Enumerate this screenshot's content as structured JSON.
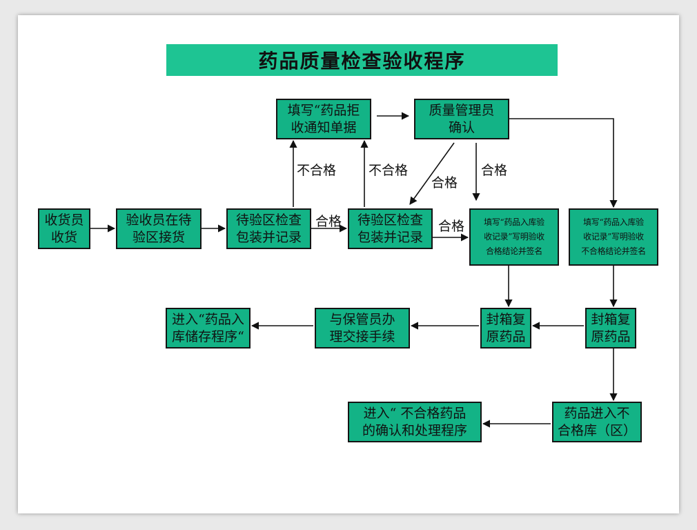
{
  "title": "药品质量检查验收程序",
  "nodes": {
    "receiver": "收货员\n收货",
    "inspector_receive": "验收员在待\n验区接货",
    "check_pack_1": "待验区检查\n包装并记录",
    "check_pack_2": "待验区检查\n包装并记录",
    "reject_notice": "填写“药品拒\n收通知单据",
    "qa_manager": "质量管理员\n确认",
    "record_pass": "填写“药品入库验\n收记录”写明验收\n合格结论并签名",
    "record_fail": "填写“药品入库验\n收记录”写明验收\n不合格结论并签名",
    "seal_pass": "封箱复\n原药品",
    "seal_fail": "封箱复\n原药品",
    "handover": "与保管员办\n理交接手续",
    "storage": "进入“药品入\n库储存程序“",
    "unqualified_store": "药品进入不\n合格库（区）",
    "unqualified_confirm": "进入“ 不合格药品\n的确认和处理程序"
  },
  "labels": {
    "fail_1": "不合格",
    "fail_2": "不合格",
    "pass_1": "合格",
    "pass_2": "合格",
    "pass_3": "合格",
    "pass_4": "合格"
  },
  "colors": {
    "box_fill": "#13b386",
    "title_fill": "#1ec493",
    "border": "#141414"
  }
}
